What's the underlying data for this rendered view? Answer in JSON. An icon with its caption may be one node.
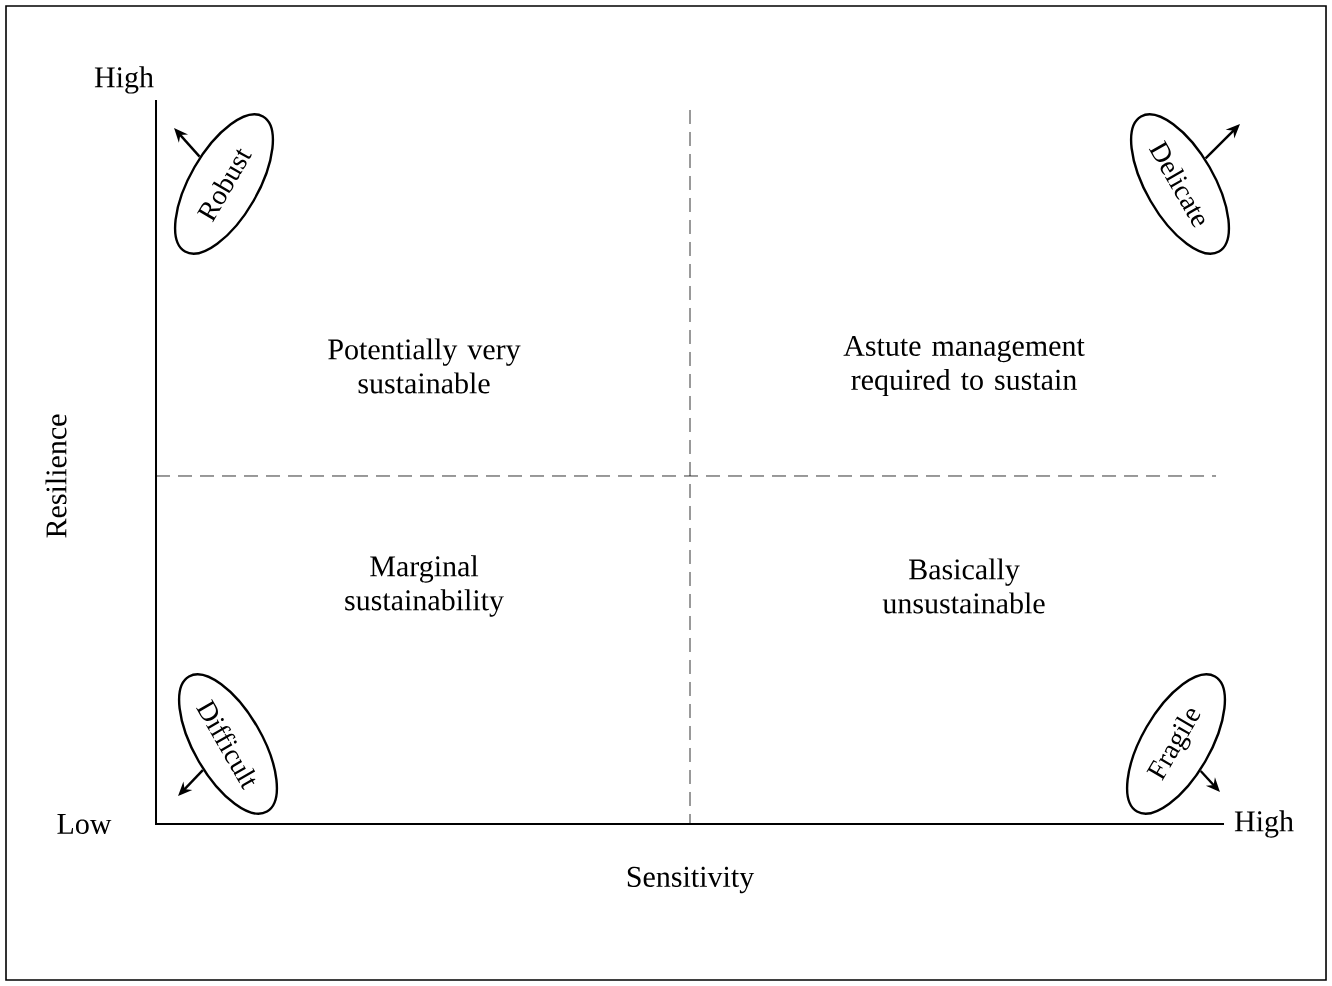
{
  "diagram": {
    "nodes": [
      {
        "text": [
          "Robust"
        ]
      },
      {
        "text": [
          "Delicate"
        ]
      },
      {
        "text": [
          "Difficult"
        ]
      },
      {
        "text": [
          "Fragile"
        ]
      }
    ],
    "labels": [
      "High",
      "Potentially very sustainable",
      "Astute management required to sustain",
      "Resilience",
      "Marginal sustainability",
      "Basically unsustainable",
      "Low",
      "High",
      "Sensitivity"
    ]
  }
}
